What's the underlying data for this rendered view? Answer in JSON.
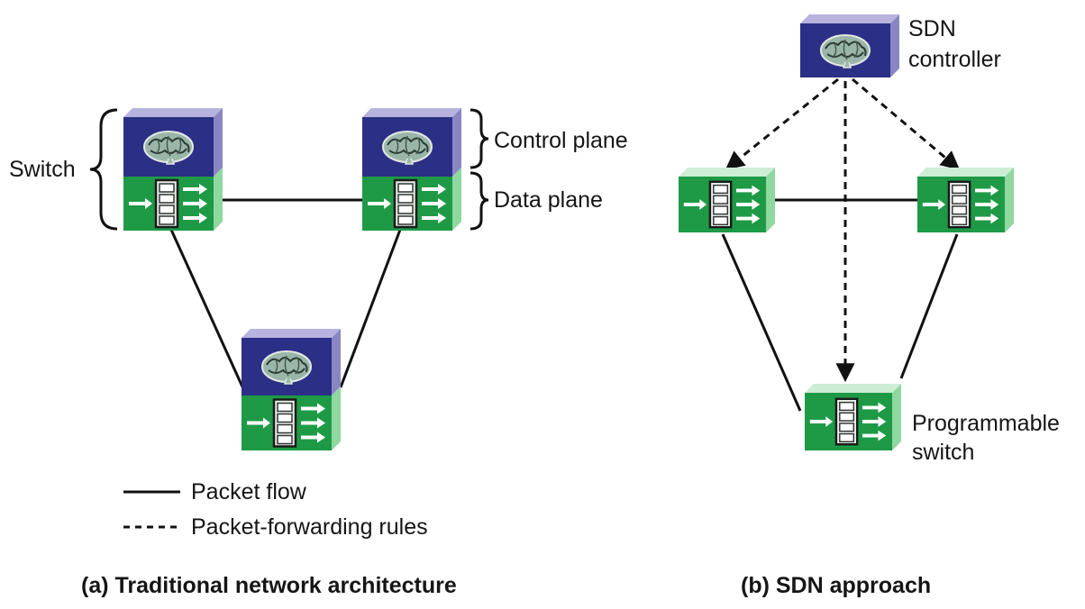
{
  "traditional": {
    "switch_label": "Switch",
    "control_plane_label": "Control plane",
    "data_plane_label": "Data plane",
    "caption": "(a) Traditional network architecture"
  },
  "legend": {
    "solid": "Packet flow",
    "dashed": "Packet-forwarding rules"
  },
  "sdn": {
    "controller_label_line1": "SDN",
    "controller_label_line2": "controller",
    "programmable_line1": "Programmable",
    "programmable_line2": "switch",
    "caption": "(b) SDN approach"
  },
  "colors": {
    "control_plane": "#2c2f86",
    "control_plane_side": "#8a86c4",
    "data_plane": "#1e9a46",
    "data_plane_side": "#8fd8a0",
    "line": "#111111"
  },
  "icons": {
    "control": "brain-icon",
    "data": "flow-table-icon"
  }
}
